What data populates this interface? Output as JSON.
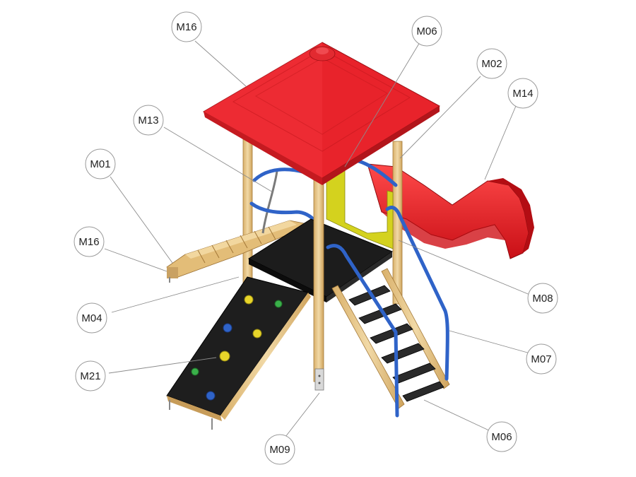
{
  "callouts": [
    {
      "id": "c1",
      "label": "M16"
    },
    {
      "id": "c2",
      "label": "M06"
    },
    {
      "id": "c3",
      "label": "M02"
    },
    {
      "id": "c4",
      "label": "M14"
    },
    {
      "id": "c5",
      "label": "M13"
    },
    {
      "id": "c6",
      "label": "M01"
    },
    {
      "id": "c7",
      "label": "M16"
    },
    {
      "id": "c8",
      "label": "M04"
    },
    {
      "id": "c9",
      "label": "M08"
    },
    {
      "id": "c10",
      "label": "M07"
    },
    {
      "id": "c11",
      "label": "M21"
    },
    {
      "id": "c12",
      "label": "M09"
    },
    {
      "id": "c13",
      "label": "M06"
    }
  ],
  "colors": {
    "roof": "#e8232b",
    "slide": "#e51a1f",
    "wood": "#e9c98c",
    "platform": "#1c1c1c",
    "rail": "#2f63c8",
    "panel": "#d4d21e"
  }
}
